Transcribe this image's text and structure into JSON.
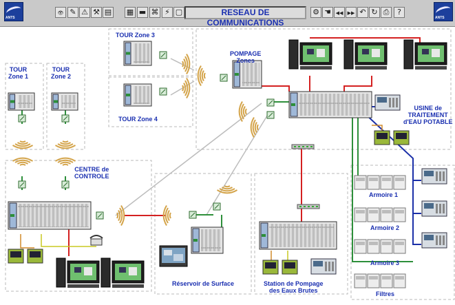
{
  "toolbar": {
    "title": "RESEAU DE COMMUNICATIONS",
    "logo_text": "ANTS",
    "buttons_left": [
      {
        "name": "view-eye-button",
        "glyph": "👁"
      },
      {
        "name": "edit-pencil-button",
        "glyph": "✎"
      },
      {
        "name": "alarm-warning-button",
        "glyph": "⚠"
      },
      {
        "name": "tools-button",
        "glyph": "⚒"
      },
      {
        "name": "document-button",
        "glyph": "▤"
      },
      {
        "name": "trend-chart-button",
        "glyph": "▦"
      },
      {
        "name": "gauge-bar-button",
        "glyph": "▬"
      },
      {
        "name": "network-button",
        "glyph": "⌘"
      },
      {
        "name": "electric-button",
        "glyph": "⚡"
      },
      {
        "name": "frame-button",
        "glyph": "▢"
      }
    ],
    "buttons_right": [
      {
        "name": "config-button",
        "glyph": "⚙"
      },
      {
        "name": "hand-button",
        "glyph": "☚"
      },
      {
        "name": "rewind-button",
        "glyph": "◀◀"
      },
      {
        "name": "fast-forward-button",
        "glyph": "▶▶"
      },
      {
        "name": "return-button",
        "glyph": "↶"
      },
      {
        "name": "refresh-button",
        "glyph": "↻"
      },
      {
        "name": "print-button",
        "glyph": "⎙"
      },
      {
        "name": "help-button",
        "glyph": "?"
      }
    ]
  },
  "labels": {
    "tour1": "TOUR\nZone 1",
    "tour2": "TOUR\nZone 2",
    "tour3": "TOUR Zone 3",
    "tour4": "TOUR Zone 4",
    "pompage": "POMPAGE\nZones",
    "usine": "USINE de\nTRAITEMENT\nd'EAU POTABLE",
    "centre": "CENTRE de\nCONTROLE",
    "armoire1": "Armoire 1",
    "armoire2": "Armoire 2",
    "armoire3": "Armoire 3",
    "filtres": "Filtres",
    "reservoir": "Réservoir de Surface",
    "station": "Station de Pompage\ndes Eaux Brutes"
  },
  "colors": {
    "fiber": "#2d8f3a",
    "ethernet": "#d42020",
    "bus": "#1a2fa8",
    "radio_link": "#b9b9b9",
    "label": "#1a2fb0",
    "antenna": "#d4a44a"
  }
}
